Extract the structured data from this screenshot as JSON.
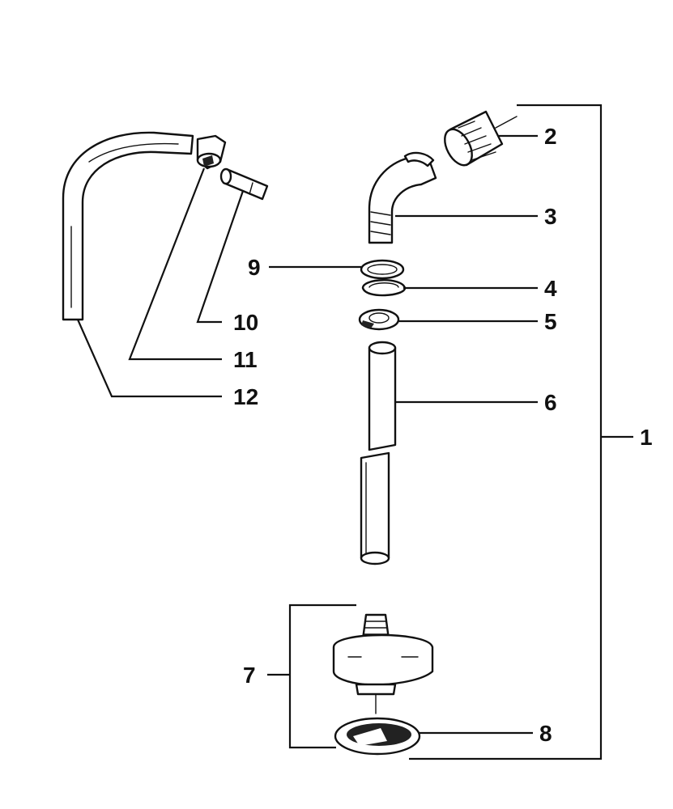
{
  "callouts": {
    "c1": "1",
    "c2": "2",
    "c3": "3",
    "c4": "4",
    "c5": "5",
    "c6": "6",
    "c7": "7",
    "c8": "8",
    "c9": "9",
    "c10": "10",
    "c11": "11",
    "c12": "12"
  },
  "colors": {
    "ink": "#111111",
    "paper": "#ffffff"
  },
  "parts": [
    {
      "ref": "c2",
      "icon": "swivel-nut-icon"
    },
    {
      "ref": "c3",
      "icon": "elbow-fitting-icon"
    },
    {
      "ref": "c4",
      "icon": "snap-ring-icon"
    },
    {
      "ref": "c5",
      "icon": "washer-icon"
    },
    {
      "ref": "c6",
      "icon": "suction-tube-icon"
    },
    {
      "ref": "c7",
      "icon": "inlet-assembly-icon"
    },
    {
      "ref": "c8",
      "icon": "strainer-screen-icon"
    },
    {
      "ref": "c9",
      "icon": "o-ring-icon"
    },
    {
      "ref": "c10",
      "icon": "diffuser-icon"
    },
    {
      "ref": "c11",
      "icon": "clip-icon"
    },
    {
      "ref": "c12",
      "icon": "return-hose-icon"
    }
  ]
}
